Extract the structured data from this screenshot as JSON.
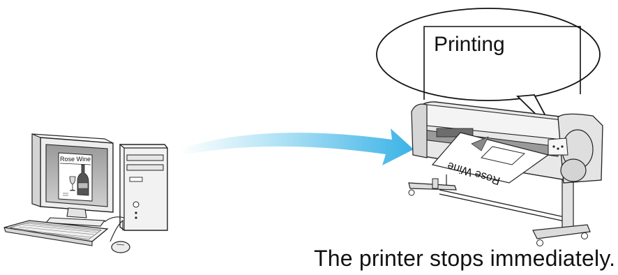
{
  "computer": {
    "screen_document_title": "Rose Wine"
  },
  "printer": {
    "speech_bubble_text": "Printing",
    "output_sheet_text": "Rose Wine"
  },
  "caption": "The printer stops immediately."
}
